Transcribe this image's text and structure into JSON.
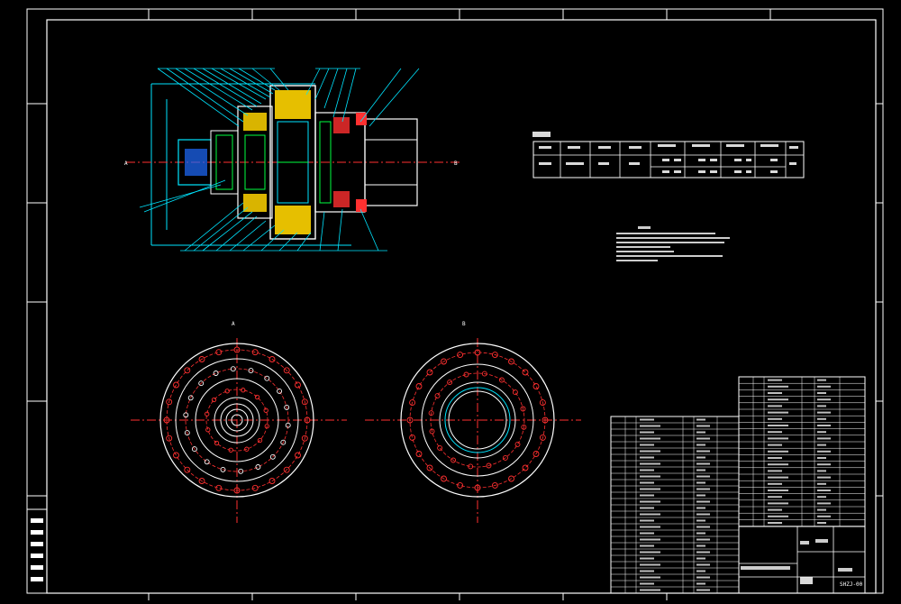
{
  "colors": {
    "background": "#000000",
    "frame": "#ffffff",
    "cyan": "#00e5ff",
    "red": "#ff3030",
    "yellow": "#ffd400",
    "green": "#00ff40",
    "blue": "#1e6bff"
  },
  "section_marks": {
    "left": "A",
    "right": "B"
  },
  "views": {
    "left_label": "A",
    "right_label": "B"
  },
  "titleblock": {
    "code": "SHZJ-00"
  }
}
